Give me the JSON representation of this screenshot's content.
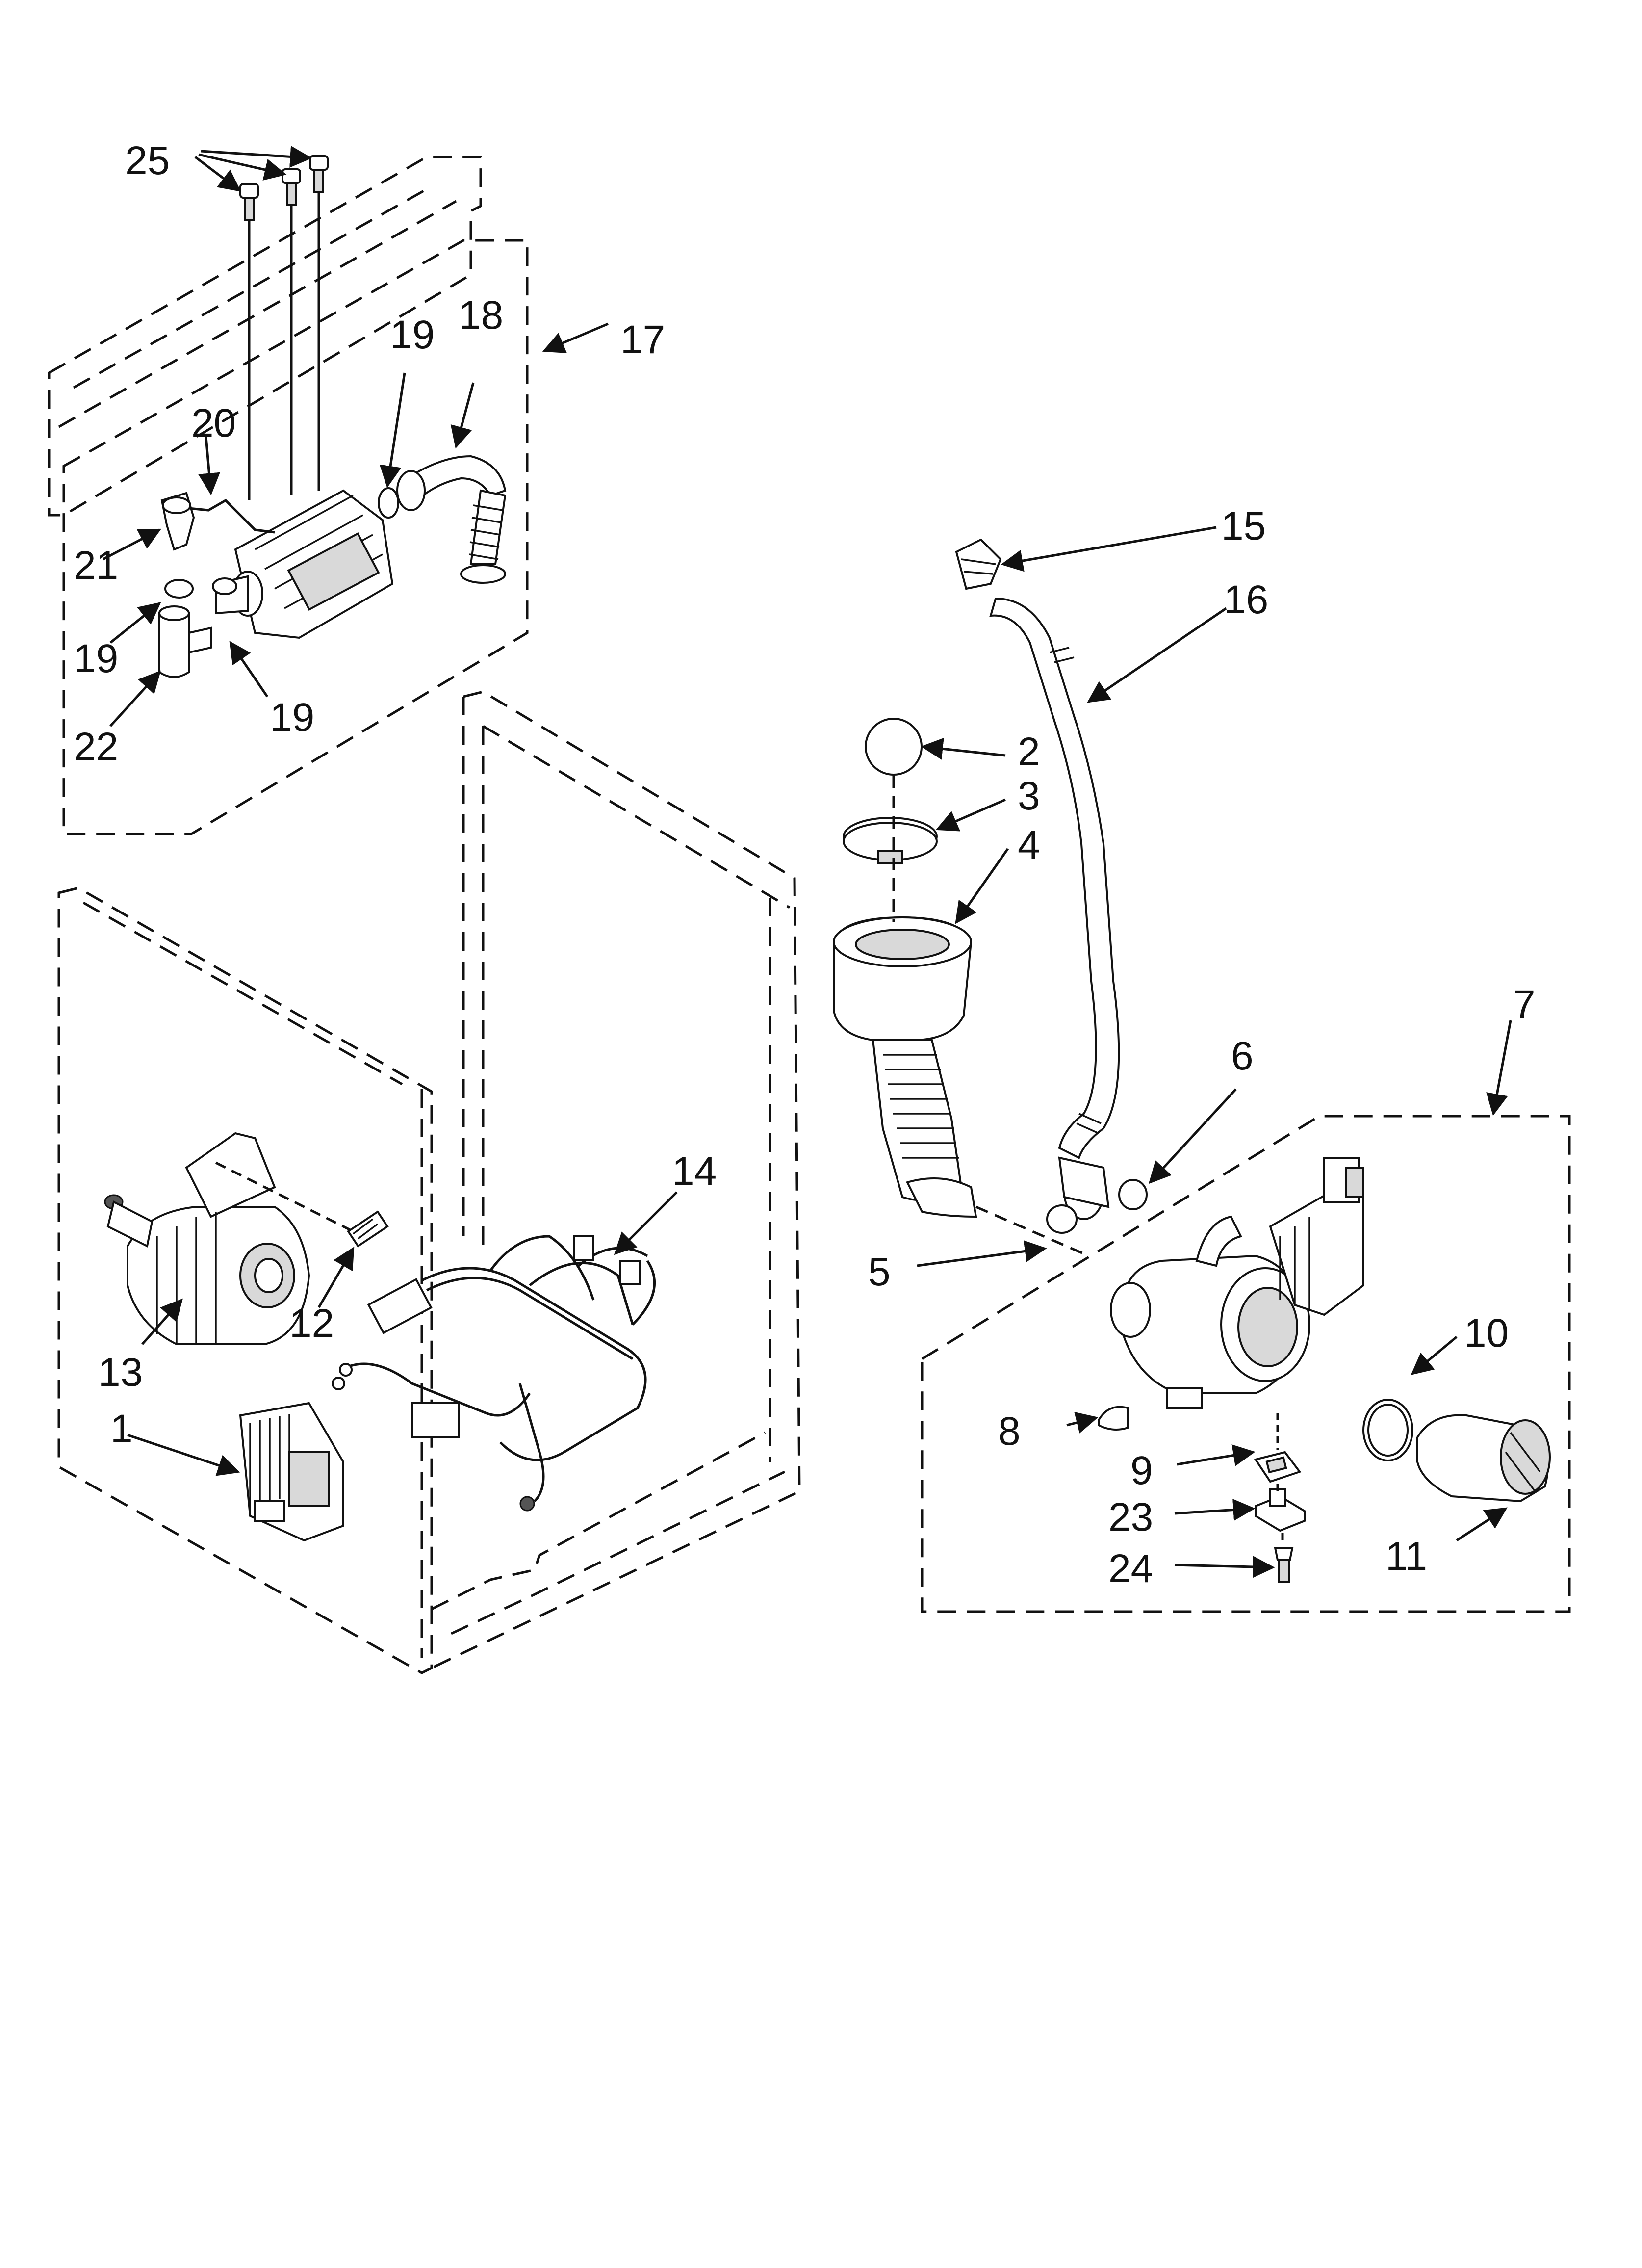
{
  "diagram": {
    "callouts": [
      {
        "id": "c1",
        "number": "1"
      },
      {
        "id": "c2",
        "number": "2"
      },
      {
        "id": "c3",
        "number": "3"
      },
      {
        "id": "c4",
        "number": "4"
      },
      {
        "id": "c5",
        "number": "5"
      },
      {
        "id": "c6",
        "number": "6"
      },
      {
        "id": "c7",
        "number": "7"
      },
      {
        "id": "c8",
        "number": "8"
      },
      {
        "id": "c9",
        "number": "9"
      },
      {
        "id": "c10",
        "number": "10"
      },
      {
        "id": "c11",
        "number": "11"
      },
      {
        "id": "c12",
        "number": "12"
      },
      {
        "id": "c13",
        "number": "13"
      },
      {
        "id": "c14",
        "number": "14"
      },
      {
        "id": "c15",
        "number": "15"
      },
      {
        "id": "c16",
        "number": "16"
      },
      {
        "id": "c17",
        "number": "17"
      },
      {
        "id": "c18",
        "number": "18"
      },
      {
        "id": "c19a",
        "number": "19"
      },
      {
        "id": "c19b",
        "number": "19"
      },
      {
        "id": "c19c",
        "number": "19"
      },
      {
        "id": "c20",
        "number": "20"
      },
      {
        "id": "c21",
        "number": "21"
      },
      {
        "id": "c22",
        "number": "22"
      },
      {
        "id": "c23",
        "number": "23"
      },
      {
        "id": "c24",
        "number": "24"
      },
      {
        "id": "c25",
        "number": "25"
      }
    ]
  }
}
